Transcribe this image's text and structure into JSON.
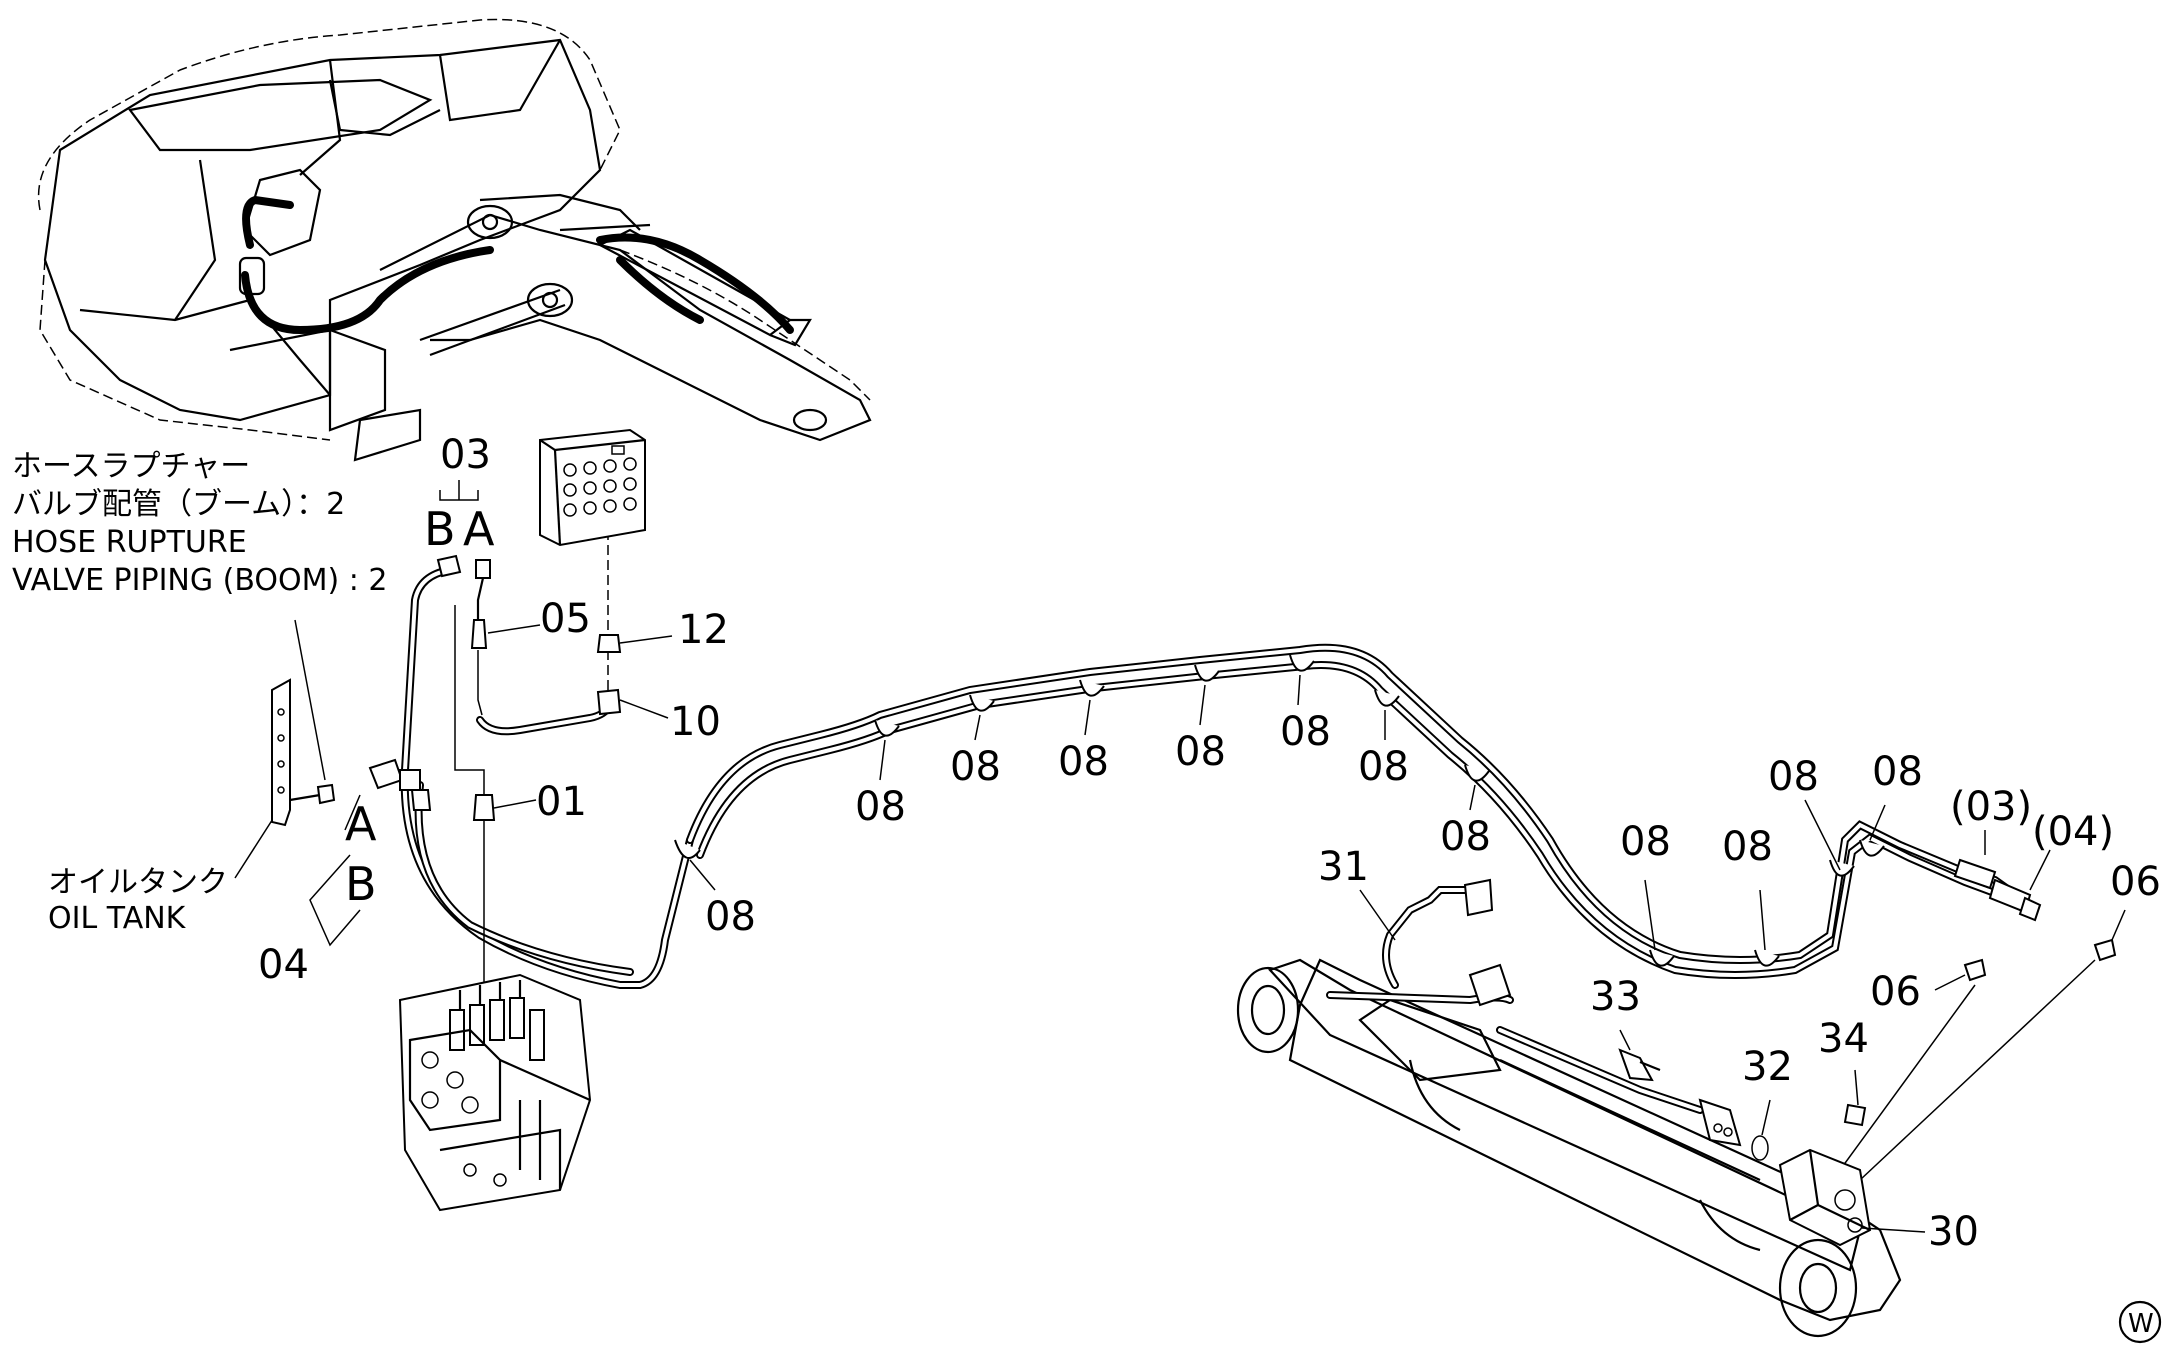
{
  "notes": {
    "hose_rupture_jp_1": "ホースラプチャー",
    "hose_rupture_jp_2": "バルブ配管（ブーム）：2",
    "hose_rupture_en_1": "HOSE RUPTURE",
    "hose_rupture_en_2": "VALVE PIPING (BOOM) : 2",
    "oil_tank_jp": "オイルタンク",
    "oil_tank_en": "OIL TANK"
  },
  "port_labels": {
    "a_upper": "A",
    "b_upper": "B",
    "a_lower": "A",
    "b_lower": "B"
  },
  "callouts": {
    "p01": "01",
    "p03": "03",
    "p04": "04",
    "p05": "05",
    "p06a": "06",
    "p06b": "06",
    "p08": "08",
    "p10": "10",
    "p12": "12",
    "p30": "30",
    "p31": "31",
    "p32": "32",
    "p33": "33",
    "p34": "34",
    "p03_ref": "(03)",
    "p04_ref": "(04)"
  },
  "corner_mark": "W"
}
